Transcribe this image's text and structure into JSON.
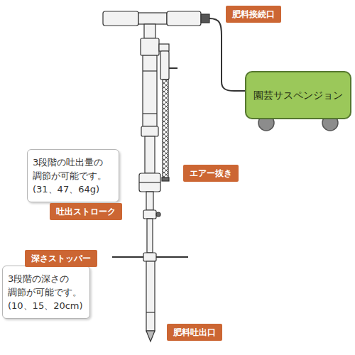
{
  "diagram": {
    "nodes": [
      {
        "text": [
          "肥料接続口"
        ]
      },
      {
        "text": [
          "園芸サスペンジョン"
        ]
      },
      {
        "text": [
          "3段階の吐出量の 調節が可能です。 (31、47、64g)"
        ]
      },
      {
        "text": [
          "エアー抜き"
        ]
      },
      {
        "text": [
          "吐出ストローク"
        ]
      },
      {
        "text": [
          "深さストッパー"
        ]
      },
      {
        "text": [
          "3段階の深さの 調節が可能です。 (10、15、20cm)"
        ]
      },
      {
        "text": [
          "肥料吐出口"
        ]
      }
    ]
  }
}
